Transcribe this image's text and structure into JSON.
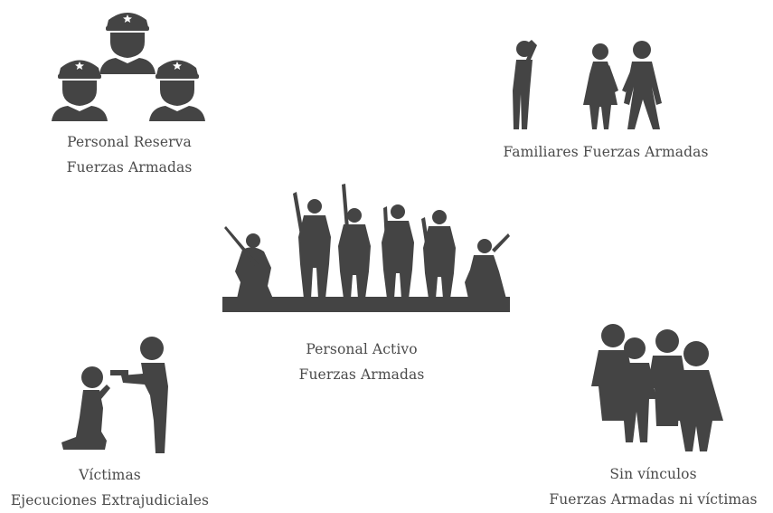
{
  "groups": {
    "reserve": {
      "line1": "Personal Reserva",
      "line2": "Fuerzas Armadas",
      "icon": "officers-icon"
    },
    "family": {
      "line1": "Familiares Fuerzas Armadas",
      "icon": "family-icon"
    },
    "active": {
      "line1": "Personal Activo",
      "line2": "Fuerzas Armadas",
      "icon": "soldiers-icon"
    },
    "victims": {
      "line1": "Víctimas",
      "line2": "Ejecuciones Extrajudiciales",
      "icon": "execution-icon"
    },
    "none": {
      "line1": "Sin vínculos",
      "line2": "Fuerzas Armadas ni víctimas",
      "icon": "crowd-icon"
    }
  },
  "colors": {
    "figure": "#444444",
    "text": "#4b4b4b",
    "background": "#ffffff"
  }
}
